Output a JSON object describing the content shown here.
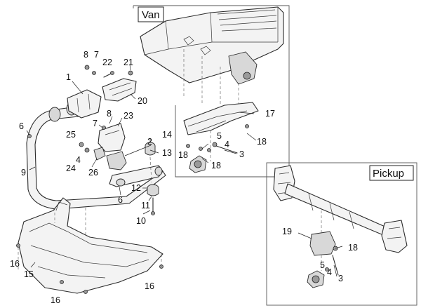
{
  "insets": {
    "van": {
      "label": "Van"
    },
    "pickup": {
      "label": "Pickup"
    }
  },
  "callouts": {
    "c1": "1",
    "c2": "2",
    "c3_van": "3",
    "c3_pickup": "3",
    "c4_main": "4",
    "c4_van": "4",
    "c4_pickup": "4",
    "c5_van": "5",
    "c5_pickup": "5",
    "c6_left": "6",
    "c6_bottom": "6",
    "c7_top": "7",
    "c7_mid": "7",
    "c8_top": "8",
    "c8_mid": "8",
    "c9": "9",
    "c10": "10",
    "c11": "11",
    "c12": "12",
    "c13": "13",
    "c14": "14",
    "c15": "15",
    "c16_left": "16",
    "c16_bottom": "16",
    "c16_right": "16",
    "c17": "17",
    "c18_van_left": "18",
    "c18_van_mid": "18",
    "c18_van_right": "18",
    "c18_pickup": "18",
    "c19": "19",
    "c20": "20",
    "c21": "21",
    "c22": "22",
    "c23": "23",
    "c24": "24",
    "c25": "25",
    "c26": "26"
  }
}
